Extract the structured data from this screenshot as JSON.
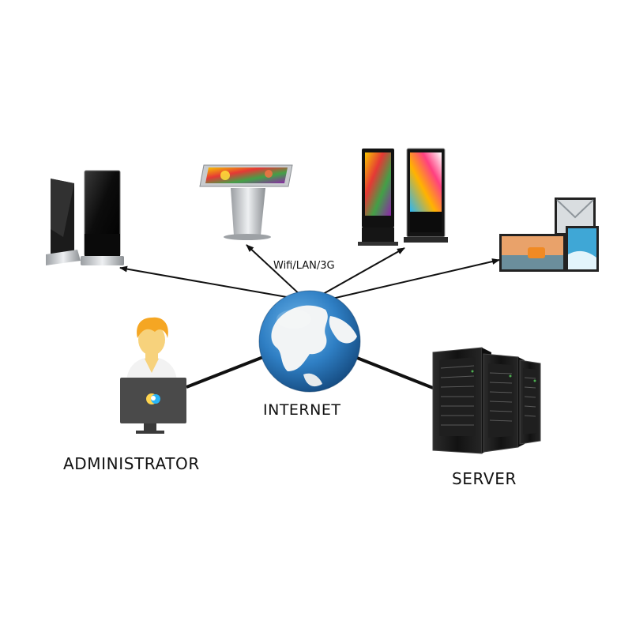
{
  "labels": {
    "connection": "Wifi/LAN/3G",
    "internet": "INTERNET",
    "administrator": "ADMINISTRATOR",
    "server": "SERVER"
  },
  "devices": [
    {
      "id": "kiosk-pair-tall",
      "icon": "standing-display-pair-icon"
    },
    {
      "id": "table-kiosk",
      "icon": "touch-table-kiosk-icon"
    },
    {
      "id": "kiosk-pair-screens",
      "icon": "standing-display-screens-icon"
    },
    {
      "id": "wall-displays",
      "icon": "wall-display-group-icon"
    }
  ],
  "colors": {
    "globe_ocean": "#2f7fc4",
    "globe_land": "#f2f4f5",
    "admin_hair": "#f5a623",
    "admin_skin": "#f7d27c",
    "monitor": "#4a4a4a",
    "server_rack": "#1c1c1c"
  }
}
